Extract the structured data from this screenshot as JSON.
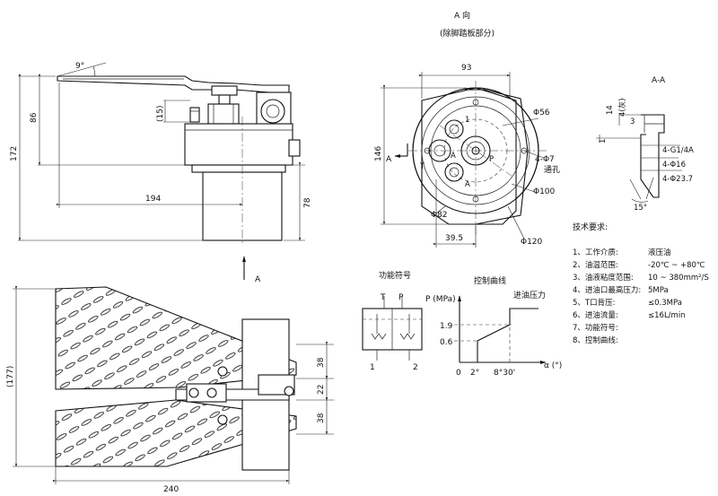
{
  "view_a": {
    "title": "A 向",
    "subtitle": "(除脚踏板部分)"
  },
  "section_label": "A-A",
  "side_dims": {
    "angle": "9°",
    "h86": "86",
    "h172": "172",
    "w194": "194",
    "h15": "(15)",
    "h78": "78"
  },
  "view_a_dims": {
    "w93": "93",
    "h146": "146",
    "d56": "Φ56",
    "holes": "4-Φ7",
    "thru": "通孔",
    "d100": "Φ100",
    "d82": "Φ82",
    "w39_5": "39.5",
    "d120": "Φ120",
    "a_mark": "A",
    "ports": [
      "1",
      "T",
      "A",
      "P",
      "A"
    ]
  },
  "section_dims": {
    "d14": "14",
    "d4": "4(灰)",
    "d3": "3",
    "d1": "1",
    "g14": "4-G1/4A",
    "p16": "4-Φ16",
    "p23": "4-Φ23.7",
    "angle15": "15°"
  },
  "arrow_a": "A",
  "bottom_dims": {
    "w240": "240",
    "h177": "(177)",
    "h38a": "38",
    "h22": "22",
    "h38b": "38"
  },
  "function_symbol": {
    "title": "功能符号",
    "t": "T",
    "p": "P",
    "n1": "1",
    "n2": "2"
  },
  "control_curve": {
    "title": "控制曲线",
    "y_axis": "P (MPa)",
    "x_axis": "α (°)",
    "outlet": "进油压力",
    "y_ticks": [
      "1.9",
      "0.6"
    ],
    "x_ticks": [
      "0",
      "2°",
      "8°30'"
    ]
  },
  "tech_req": {
    "title": "技术要求:",
    "items": [
      {
        "label": "1、工作介质:",
        "value": "液压油"
      },
      {
        "label": "2、油温范围:",
        "value": "-20℃ ~ +80℃"
      },
      {
        "label": "3、油液粘度范围:",
        "value": "10 ~ 380mm²/S"
      },
      {
        "label": "4、进油口最高压力:",
        "value": "5MPa"
      },
      {
        "label": "5、T口背压:",
        "value": "≤0.3MPa"
      },
      {
        "label": "6、进油流量:",
        "value": "≤16L/min"
      },
      {
        "label": "7、功能符号:",
        "value": ""
      },
      {
        "label": "8、控制曲线:",
        "value": ""
      }
    ]
  }
}
